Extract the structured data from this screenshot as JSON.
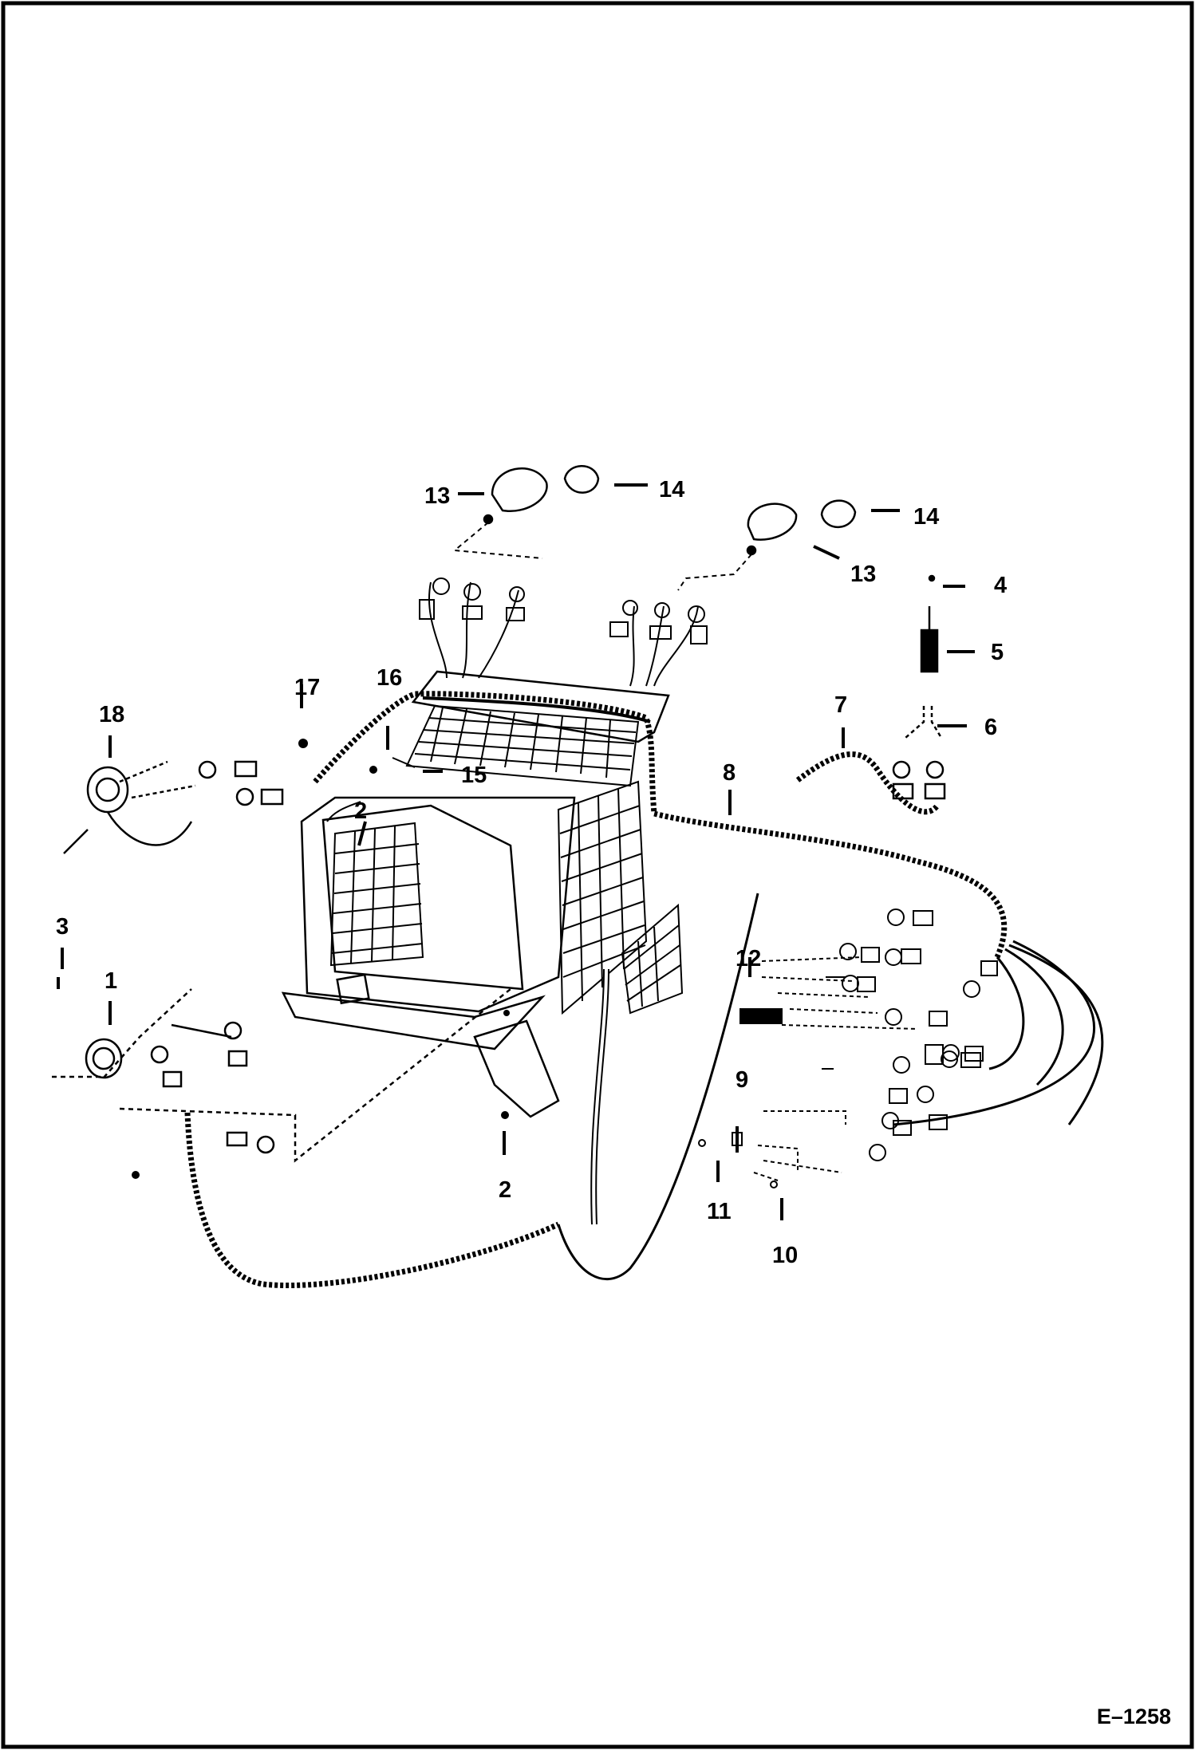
{
  "figure": {
    "number": "E–1258"
  },
  "callouts": {
    "c1": "1",
    "c2a": "2",
    "c2b": "2",
    "c3": "3",
    "c4": "4",
    "c5": "5",
    "c6": "6",
    "c7": "7",
    "c8": "8",
    "c9": "9",
    "c10": "10",
    "c11": "11",
    "c12": "12",
    "c13a": "13",
    "c13b": "13",
    "c14a": "14",
    "c14b": "14",
    "c15": "15",
    "c16": "16",
    "c17": "17",
    "c18": "18"
  },
  "colors": {
    "ink": "#000000",
    "paper": "#ffffff"
  }
}
